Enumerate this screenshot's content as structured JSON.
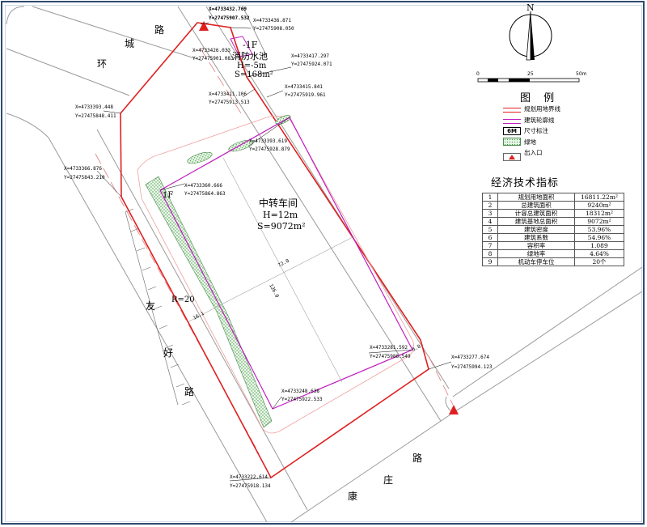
{
  "north": {
    "label": "N"
  },
  "roads": {
    "huancheng": [
      "环",
      "城",
      "路"
    ],
    "youhao": [
      "友",
      "好",
      "路"
    ],
    "kangzhuang": [
      "康",
      "庄",
      "路"
    ]
  },
  "buildings": {
    "pool": {
      "floor": "-1F",
      "name": "消防水池",
      "height": "H=-5m",
      "area": "S=168m²"
    },
    "main": {
      "floor": "1F",
      "name": "中转车间",
      "height": "H=12m",
      "area": "S=9072m²"
    }
  },
  "dimensions": {
    "width_72": "72.0",
    "length_126": "126.0",
    "setback_16": "16.1",
    "setback_5": "5.0",
    "radius": "R=20"
  },
  "coords": [
    {
      "x": "X=4733432.769",
      "y": "Y=27475907.532"
    },
    {
      "x": "X=4733436.871",
      "y": "Y=27475908.050"
    },
    {
      "x": "X=4733426.033",
      "y": "Y=27475901.083"
    },
    {
      "x": "X=4733417.297",
      "y": "Y=27475924.071"
    },
    {
      "x": "X=4733415.841",
      "y": "Y=27475919.961"
    },
    {
      "x": "X=4733411.106",
      "y": "Y=27475913.513"
    },
    {
      "x": "X=4733393.448",
      "y": "Y=27475848.411"
    },
    {
      "x": "X=4733393.619",
      "y": "Y=27475928.879"
    },
    {
      "x": "X=4733366.876",
      "y": "Y=27475843.210"
    },
    {
      "x": "X=4733360.666",
      "y": "Y=27475864.863"
    },
    {
      "x": "X=4733281.592",
      "y": "Y=27475986.549"
    },
    {
      "x": "X=4733277.674",
      "y": "Y=27475994.123"
    },
    {
      "x": "X=4733248.638",
      "y": "Y=27475922.533"
    },
    {
      "x": "X=4733222.614",
      "y": "Y=27475918.134"
    }
  ],
  "scale": {
    "labels": [
      "0",
      "25",
      "50m"
    ]
  },
  "legend": {
    "title": "图 例",
    "items": [
      {
        "label": "规划用地界线",
        "symbol": "red-double-line"
      },
      {
        "label": "建筑轮廓线",
        "symbol": "magenta-double-line"
      },
      {
        "label": "尺寸标注",
        "symbol": "dimension-mark",
        "mark": "6M"
      },
      {
        "label": "绿地",
        "symbol": "green-dotted"
      },
      {
        "label": "出入口",
        "symbol": "red-triangle"
      }
    ]
  },
  "economics": {
    "title": "经济技术指标",
    "rows": [
      {
        "no": "1",
        "key": "规划用地面积",
        "value": "16811.22m²"
      },
      {
        "no": "2",
        "key": "总建筑面积",
        "value": "9240m²"
      },
      {
        "no": "3",
        "key": "计容总建筑面积",
        "value": "18312m²"
      },
      {
        "no": "4",
        "key": "建筑基地总面积",
        "value": "9072m²"
      },
      {
        "no": "5",
        "key": "建筑密度",
        "value": "53.96%"
      },
      {
        "no": "6",
        "key": "建筑系数",
        "value": "54.96%"
      },
      {
        "no": "7",
        "key": "容积率",
        "value": "1.089"
      },
      {
        "no": "8",
        "key": "绿地率",
        "value": "4.64%"
      },
      {
        "no": "9",
        "key": "机动车停车位",
        "value": "20个"
      }
    ]
  },
  "colors": {
    "site_boundary": "#e02020",
    "building_outline": "#c020c0",
    "green": "#3a9a3a",
    "road_edge": "#9a9a9a",
    "entry": "#e02020"
  }
}
